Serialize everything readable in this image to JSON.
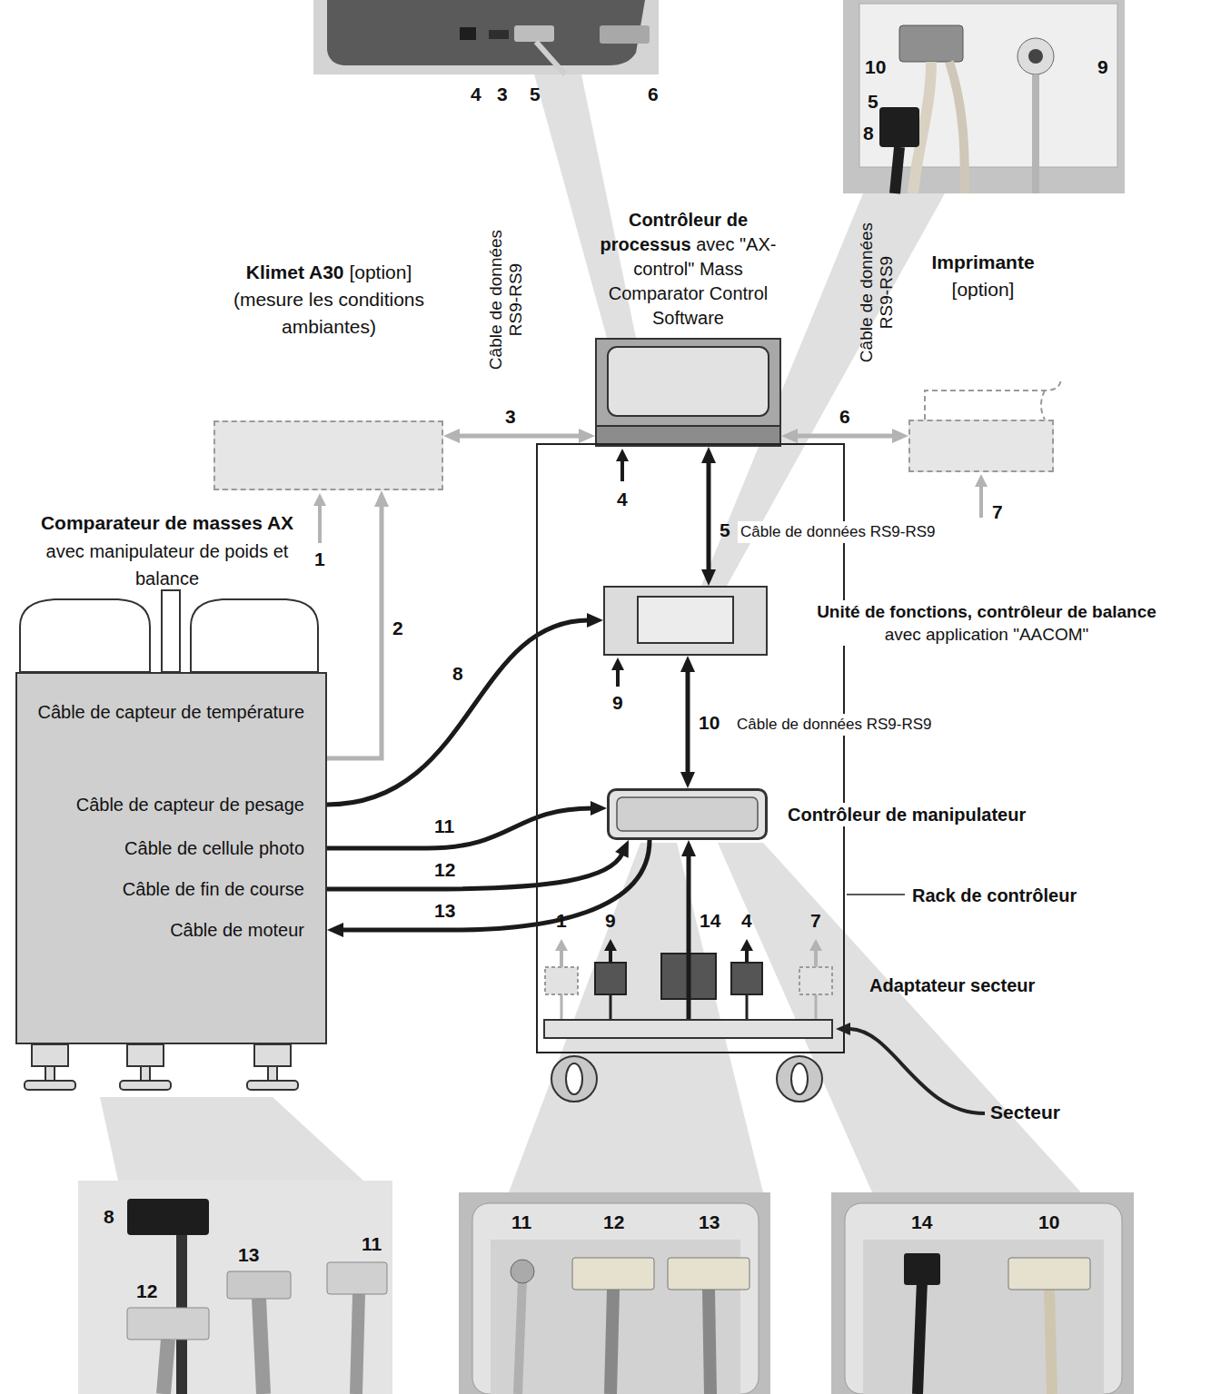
{
  "diagram": {
    "nodes": [
      {
        "text": [
          "Klimet A30",
          "[option] (mesure les conditions ambiantes)"
        ]
      },
      {
        "text": [
          "Contrôleur de processus",
          "avec \"AX-control\" Mass Comparator Control Software"
        ]
      },
      {
        "text": [
          "Imprimante",
          "[option]"
        ]
      },
      {
        "text": [
          "Comparateur de masses AX",
          "avec manipulateur de poids et balance",
          "Câble de capteur de température",
          "Câble de capteur de pesage",
          "Câble de cellule photo",
          "Câble de fin de course",
          "Câble de moteur"
        ]
      },
      {
        "text": [
          "Rack de contrôleur"
        ]
      },
      {
        "text": [
          "Unité de fonctions, contrôleur de balance",
          "avec application \"AACOM\""
        ],
        "in": 4
      },
      {
        "text": [
          "Contrôleur de manipulateur"
        ],
        "in": 4
      },
      {
        "text": [
          "Adaptateur secteur"
        ],
        "in": 4
      }
    ],
    "edges": [
      {
        "from": 0,
        "to": 1,
        "arrow": "both",
        "label": "3"
      },
      {
        "from": 1,
        "to": 2,
        "arrow": "both",
        "label": "6"
      },
      {
        "from": 3,
        "to": 0,
        "arrow": "to",
        "label": "2"
      },
      {
        "from": 1,
        "to": 5,
        "arrow": "both",
        "label": "5"
      },
      {
        "from": 3,
        "to": 5,
        "arrow": "to",
        "label": "8"
      },
      {
        "from": 6,
        "to": 5,
        "arrow": "both",
        "label": "10"
      },
      {
        "from": 3,
        "to": 6,
        "arrow": "to",
        "label": "11"
      },
      {
        "from": 3,
        "to": 6,
        "arrow": "to",
        "label": "12"
      },
      {
        "from": 6,
        "to": 3,
        "arrow": "to",
        "label": "13"
      },
      {
        "from": 7,
        "to": 6,
        "arrow": "to",
        "label": "14"
      }
    ],
    "labels": [
      "4",
      "3",
      "5",
      "6",
      "10",
      "9",
      "5",
      "8",
      "Câble de données RS9-RS9",
      "Câble de données RS9-RS9",
      "1",
      "4",
      "Câble de données RS9-RS9",
      "7",
      "9",
      "Câble de données RS9-RS9",
      "1",
      "9",
      "4",
      "7",
      "Secteur",
      "8",
      "12",
      "13",
      "11",
      "11",
      "12",
      "13",
      "14",
      "10"
    ]
  }
}
